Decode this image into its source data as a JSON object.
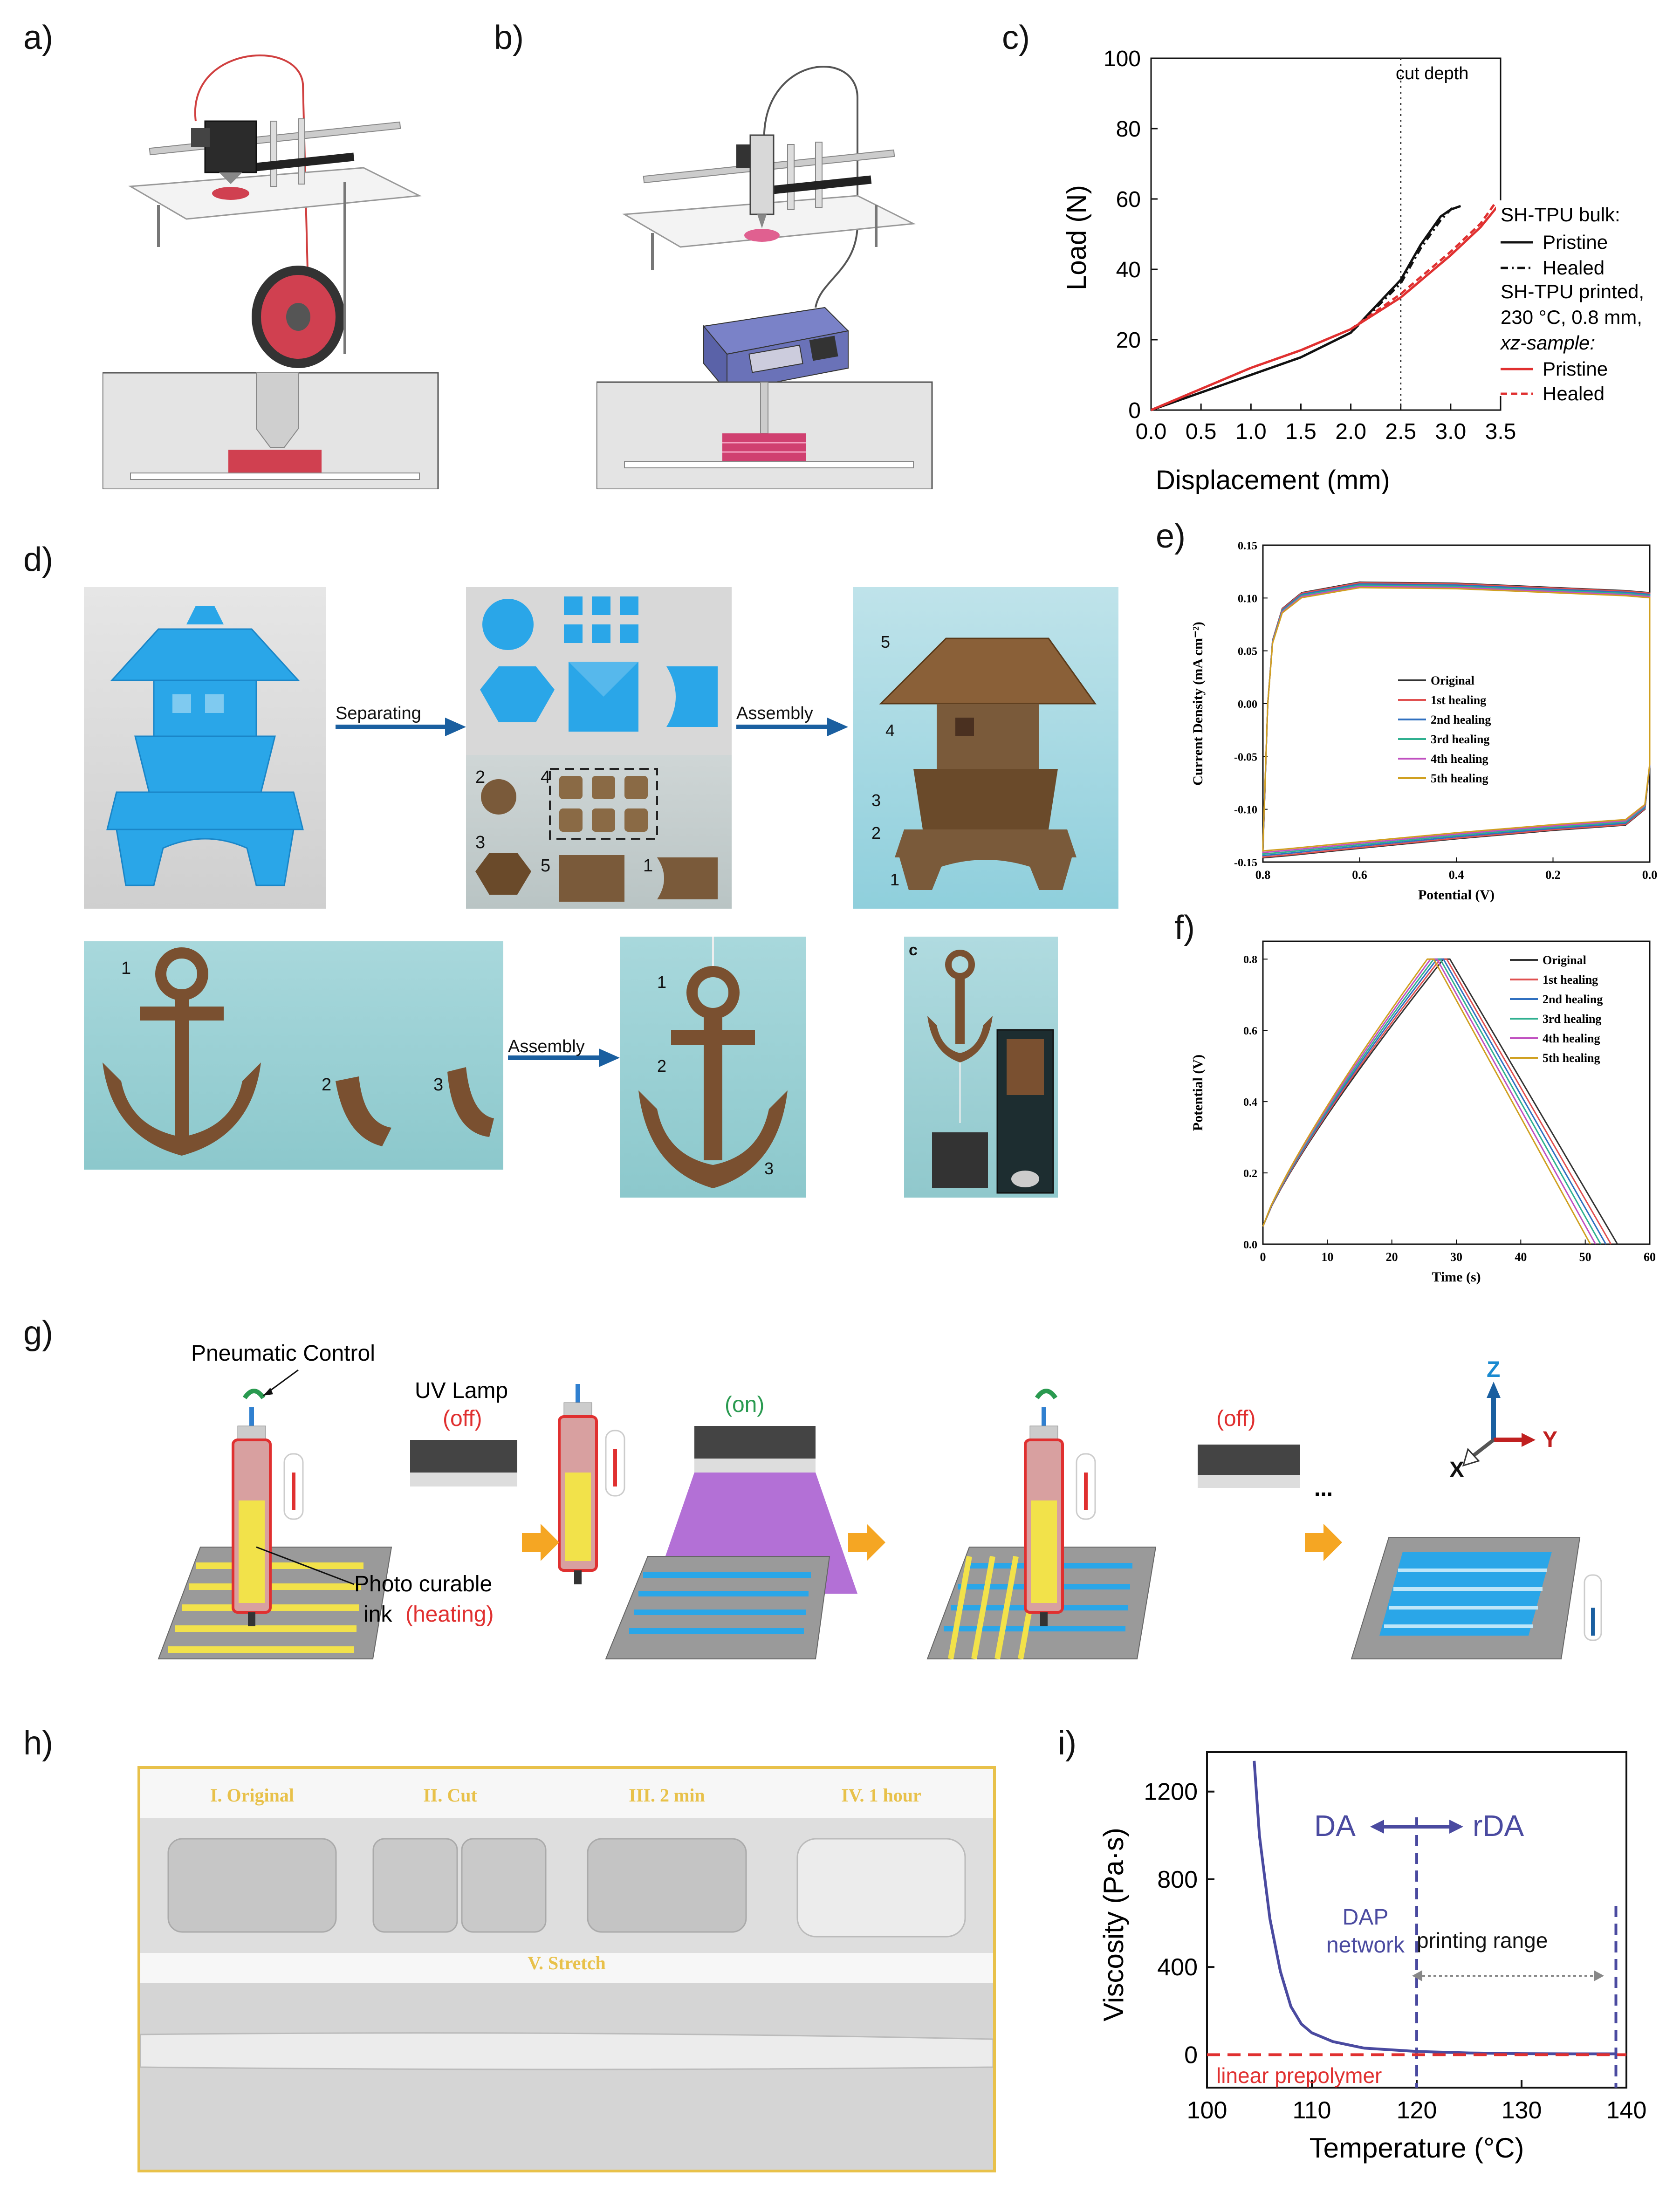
{
  "panel_labels": {
    "a": "a)",
    "b": "b)",
    "c": "c)",
    "d": "d)",
    "e": "e)",
    "f": "f)",
    "g": "g)",
    "h": "h)",
    "i": "i)"
  },
  "colors": {
    "red": "#e03030",
    "navy": "#4a4aa0",
    "cyan": "#2aa6e8",
    "yellow": "#f2e24a",
    "amber": "#f5a623",
    "gold_text": "#e8c14a",
    "arrow_blue": "#1a5fa0"
  },
  "panel_c": {
    "legend": {
      "title_bulk": "SH-TPU bulk:",
      "bulk_pristine": "Pristine",
      "bulk_healed": "Healed",
      "title_printed_1": "SH-TPU printed,",
      "title_printed_2": "230 °C, 0.8 mm,",
      "title_printed_3": "xz-sample:",
      "printed_pristine": "Pristine",
      "printed_healed": "Healed"
    },
    "annotation": "cut depth"
  },
  "panel_d": {
    "arrow_separating": "Separating",
    "arrow_assembly_top": "Assembly",
    "arrow_assembly_bottom": "Assembly",
    "part_numbers_top": [
      "2",
      "4",
      "3",
      "5",
      "1"
    ],
    "assembled_numbers_top": [
      "5",
      "4",
      "3",
      "2",
      "1"
    ],
    "anchor_parts": [
      "1",
      "2",
      "3"
    ],
    "assembled_anchor": [
      "1",
      "2",
      "3"
    ],
    "inset_label": "c"
  },
  "panel_g": {
    "pneumatic": "Pneumatic Control",
    "uv_lamp": "UV Lamp",
    "off1": "(off)",
    "on": "(on)",
    "off2": "(off)",
    "ink_1": "Photo curable",
    "ink_2": "ink",
    "ink_heating": "(heating)",
    "dots": "...",
    "axis_z": "Z",
    "axis_y": "Y",
    "axis_x": "X"
  },
  "panel_h": {
    "labels": [
      "I. Original",
      "II. Cut",
      "III. 2 min",
      "IV. 1 hour"
    ],
    "stretch": "V. Stretch"
  },
  "panel_i": {
    "da": "DA",
    "rda": "rDA",
    "dap_1": "DAP",
    "dap_2": "network",
    "printing_range": "printing range",
    "linear": "linear prepolymer"
  },
  "chart_data": [
    {
      "id": "c",
      "type": "line",
      "xlabel": "Displacement (mm)",
      "ylabel": "Load (N)",
      "xlim": [
        0,
        3.5
      ],
      "ylim": [
        0,
        100
      ],
      "xticks": [
        "0.0",
        "0.5",
        "1.0",
        "1.5",
        "2.0",
        "2.5",
        "3.0",
        "3.5"
      ],
      "yticks": [
        "0",
        "20",
        "40",
        "60",
        "80",
        "100"
      ],
      "vline_x": 2.5,
      "series": [
        {
          "name": "Pristine",
          "group": "SH-TPU bulk",
          "color": "#111111",
          "style": "solid",
          "x": [
            0,
            0.5,
            1.0,
            1.5,
            2.0,
            2.5,
            2.7,
            2.9,
            3.0,
            3.1
          ],
          "y": [
            0,
            5,
            10,
            15,
            22,
            37,
            47,
            55,
            57,
            58
          ]
        },
        {
          "name": "Healed",
          "group": "SH-TPU bulk",
          "color": "#111111",
          "style": "dashdot",
          "x": [
            0,
            0.5,
            1.0,
            1.5,
            2.0,
            2.5,
            2.7,
            2.9,
            3.0,
            3.05
          ],
          "y": [
            0,
            5,
            10,
            15,
            22,
            36,
            46,
            54,
            57,
            58
          ]
        },
        {
          "name": "Pristine",
          "group": "SH-TPU printed",
          "color": "#e03030",
          "style": "solid",
          "x": [
            0,
            0.5,
            1.0,
            1.5,
            2.0,
            2.5,
            3.0,
            3.3,
            3.5
          ],
          "y": [
            0,
            6,
            12,
            17,
            23,
            32,
            44,
            52,
            59
          ]
        },
        {
          "name": "Healed",
          "group": "SH-TPU printed",
          "color": "#e03030",
          "style": "dashed",
          "x": [
            0,
            0.5,
            1.0,
            1.5,
            2.0,
            2.5,
            3.0,
            3.3,
            3.45
          ],
          "y": [
            0,
            6,
            12,
            17,
            23,
            33,
            45,
            53,
            59
          ]
        }
      ]
    },
    {
      "id": "e",
      "type": "line",
      "xlabel": "Potential (V)",
      "ylabel": "Current Density (mA cm⁻²)",
      "xlim": [
        0.8,
        0.0
      ],
      "ylim": [
        -0.15,
        0.15
      ],
      "xticks": [
        "0.8",
        "0.6",
        "0.4",
        "0.2",
        "0.0"
      ],
      "yticks": [
        "0.15",
        "0.10",
        "0.05",
        "0.00",
        "-0.05",
        "-0.10",
        "-0.15"
      ],
      "series": [
        {
          "name": "Original",
          "color": "#333333",
          "scale": 1.0
        },
        {
          "name": "1st healing",
          "color": "#e05050",
          "scale": 0.995
        },
        {
          "name": "2nd healing",
          "color": "#3070c0",
          "scale": 0.985
        },
        {
          "name": "3rd healing",
          "color": "#30b090",
          "scale": 0.975
        },
        {
          "name": "4th healing",
          "color": "#c050c0",
          "scale": 0.965
        },
        {
          "name": "5th healing",
          "color": "#d0a020",
          "scale": 0.955
        }
      ]
    },
    {
      "id": "f",
      "type": "line",
      "xlabel": "Time (s)",
      "ylabel": "Potential (V)",
      "xlim": [
        0,
        60
      ],
      "ylim": [
        0,
        0.85
      ],
      "xticks": [
        "0",
        "10",
        "20",
        "30",
        "40",
        "50",
        "60"
      ],
      "yticks": [
        "0.0",
        "0.2",
        "0.4",
        "0.6",
        "0.8"
      ],
      "series": [
        {
          "name": "Original",
          "color": "#333333",
          "peak": 28,
          "end": 55
        },
        {
          "name": "1st healing",
          "color": "#e05050",
          "peak": 27.5,
          "end": 54
        },
        {
          "name": "2nd healing",
          "color": "#3070c0",
          "peak": 27,
          "end": 53.2
        },
        {
          "name": "3rd healing",
          "color": "#30b090",
          "peak": 26.5,
          "end": 52.4
        },
        {
          "name": "4th healing",
          "color": "#c050c0",
          "peak": 26,
          "end": 51.6
        },
        {
          "name": "5th healing",
          "color": "#d0a020",
          "peak": 25.5,
          "end": 50.8
        }
      ]
    },
    {
      "id": "i",
      "type": "line",
      "xlabel": "Temperature (°C)",
      "ylabel": "Viscosity (Pa·s)",
      "xlim": [
        100,
        140
      ],
      "ylim": [
        -150,
        1380
      ],
      "xticks": [
        "100",
        "110",
        "120",
        "130",
        "140"
      ],
      "yticks": [
        "0",
        "400",
        "800",
        "1200"
      ],
      "series": [
        {
          "name": "DAP network",
          "color": "#4a4aa0",
          "x": [
            104.5,
            105,
            106,
            107,
            108,
            109,
            110,
            112,
            115,
            120,
            125,
            130,
            135,
            138,
            139
          ],
          "y": [
            1340,
            1000,
            620,
            380,
            220,
            140,
            100,
            60,
            30,
            15,
            8,
            5,
            4,
            4,
            4
          ]
        },
        {
          "name": "linear prepolymer",
          "color": "#e03030",
          "style": "dashed",
          "x": [
            100,
            140
          ],
          "y": [
            0,
            0
          ]
        }
      ],
      "vlines": [
        120,
        139
      ]
    }
  ]
}
